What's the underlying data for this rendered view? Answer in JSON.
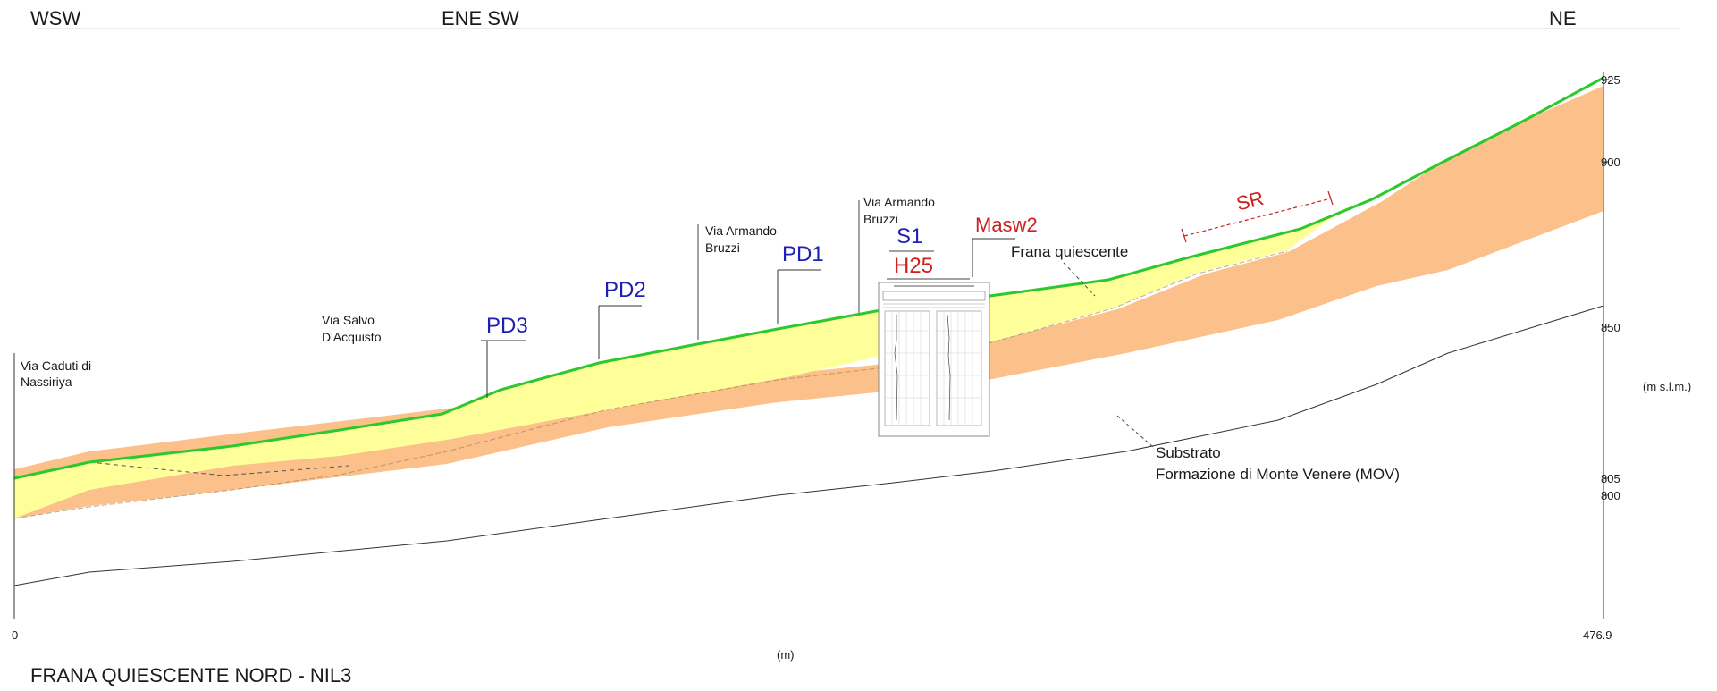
{
  "directions": {
    "left": "WSW",
    "middle": "ENE SW",
    "right": "NE"
  },
  "streets": {
    "via_caduti_line1": "Via Caduti di",
    "via_caduti_line2": "Nassiriya",
    "via_salvo_line1": "Via Salvo",
    "via_salvo_line2": "D'Acquisto",
    "via_armando_a_line1": "Via Armando",
    "via_armando_a_line2": "Bruzzi",
    "via_armando_b_line1": "Via Armando",
    "via_armando_b_line2": "Bruzzi"
  },
  "probes": {
    "pd3": "PD3",
    "pd2": "PD2",
    "pd1": "PD1",
    "s1": "S1",
    "h25": "H25",
    "masw2": "Masw2",
    "sr": "SR"
  },
  "annotations": {
    "frana_quiescente": "Frana quiescente",
    "substrato_line1": "Substrato",
    "substrato_line2": "Formazione di Monte Venere (MOV)"
  },
  "axes": {
    "right_unit": "(m s.l.m.)",
    "bottom_unit": "(m)",
    "x_start": "0",
    "x_end": "476.9",
    "y_ticks": [
      "925",
      "900",
      "850",
      "805",
      "800"
    ]
  },
  "title": "FRANA QUIESCENTE NORD - NIL3",
  "colors": {
    "ground_line": "#2bc92b",
    "landslide_fill": "#ffff99",
    "substrate_fill": "#fcc08a",
    "probe_blue": "#1f1fb3",
    "probe_red": "#cc1f1f"
  }
}
